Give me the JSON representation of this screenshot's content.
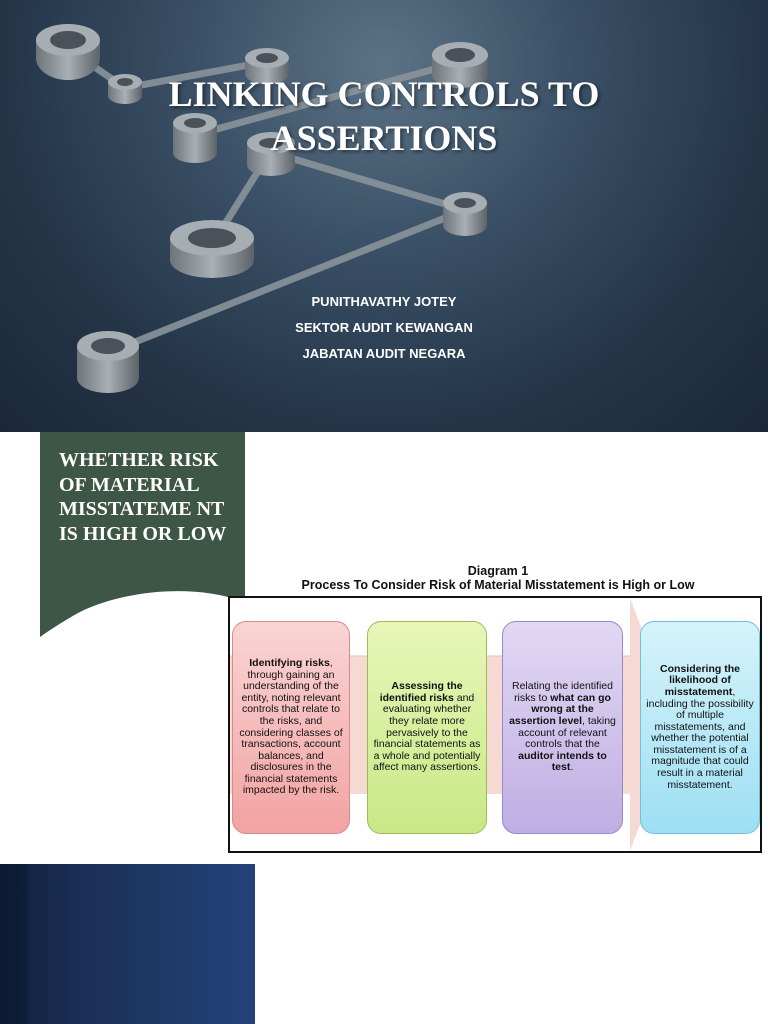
{
  "title_slide": {
    "title_lines": [
      "LINKING CONTROLS TO",
      "ASSERTIONS"
    ],
    "author_lines": [
      "PUNITHAVATHY JOTEY",
      "SEKTOR AUDIT KEWANGAN",
      "JABATAN AUDIT NEGARA"
    ]
  },
  "content_slide": {
    "banner_text": "WHETHER RISK OF MATERIAL MISSTATEME NT IS HIGH OR LOW",
    "diagram": {
      "title_line1": "Diagram 1",
      "title_line2": "Process To Consider Risk of Material Misstatement is High or Low",
      "steps": [
        {
          "bold": "Identifying risks",
          "text": ", through gaining an understanding of the entity, noting relevant controls that relate to the risks, and considering classes of transactions, account balances, and disclosures in the financial statements impacted by the risk."
        },
        {
          "bold": "Assessing the identified risks",
          "text": " and evaluating whether they relate more pervasively to the financial statements as a whole and potentially affect many assertions."
        },
        {
          "pre": "Relating the identified risks to ",
          "bold": "what can go wrong at the assertion level",
          "mid": ", taking account of relevant controls that the ",
          "bold2": "auditor intends to test",
          "post": "."
        },
        {
          "bold": "Considering the likelihood of misstatement",
          "text": ", including the possibility of multiple misstatements, and whether the potential misstatement is of a magnitude that could result in a material misstatement."
        }
      ]
    }
  },
  "colors": {
    "banner": "#3e5645",
    "title_bg": "#2c3e52",
    "footer_panel": "#1c3563"
  }
}
